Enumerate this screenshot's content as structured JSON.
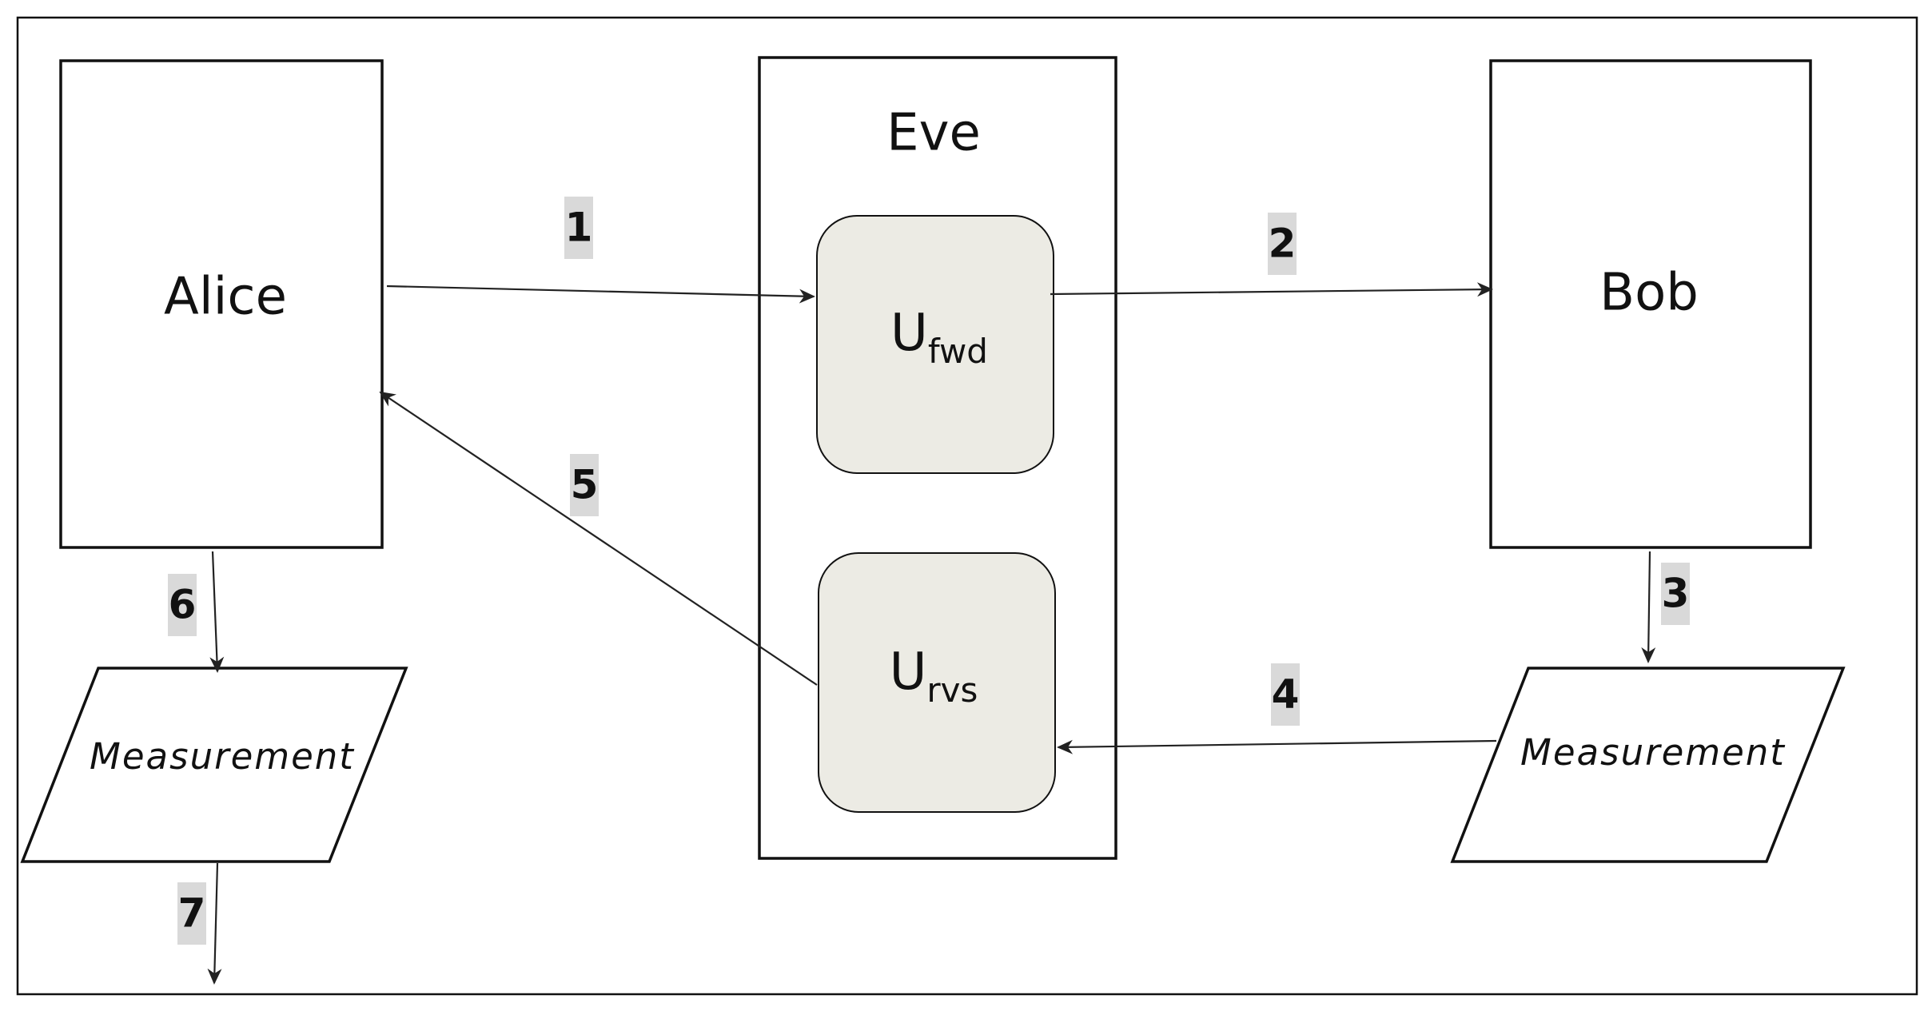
{
  "diagram": {
    "nodes": {
      "alice": {
        "label": "Alice"
      },
      "eve": {
        "label": "Eve"
      },
      "bob": {
        "label": "Bob"
      },
      "u_fwd": {
        "label": "U",
        "subscript": "fwd"
      },
      "u_rvs": {
        "label": "U",
        "subscript": "rvs"
      },
      "alice_measurement": {
        "label": "Measurement"
      },
      "bob_measurement": {
        "label": "Measurement"
      }
    },
    "steps": [
      "1",
      "2",
      "3",
      "4",
      "5",
      "6",
      "7"
    ],
    "edges": [
      {
        "step": "1",
        "from": "Alice",
        "to": "U fwd"
      },
      {
        "step": "2",
        "from": "U fwd",
        "to": "Bob"
      },
      {
        "step": "3",
        "from": "Bob",
        "to": "Measurement"
      },
      {
        "step": "4",
        "from": "Measurement",
        "to": "U rvs"
      },
      {
        "step": "5",
        "from": "U rvs",
        "to": "Alice"
      },
      {
        "step": "6",
        "from": "Alice",
        "to": "Measurement"
      },
      {
        "step": "7",
        "from": "Measurement",
        "to": ""
      }
    ],
    "colors": {
      "operator_fill": "#ecebe4",
      "step_label_background": "#d9d9d9",
      "stroke": "#111111"
    }
  }
}
